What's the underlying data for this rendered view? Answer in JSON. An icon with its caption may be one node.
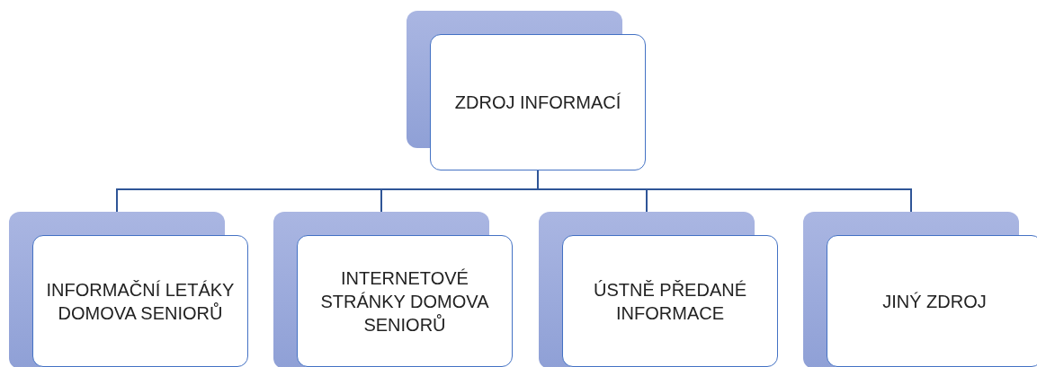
{
  "diagram": {
    "nodes": [
      {
        "text": [
          "ZDROJ INFORMACÍ"
        ]
      },
      {
        "text": [
          "INFORMAČNÍ LETÁKY DOMOVA SENIORŮ"
        ]
      },
      {
        "text": [
          "INTERNETOVÉ STRÁNKY DOMOVA SENIORŮ"
        ]
      },
      {
        "text": [
          "ÚSTNĚ PŘEDANÉ INFORMACE"
        ]
      },
      {
        "text": [
          "JINÝ ZDROJ"
        ]
      }
    ],
    "edges": [
      {
        "from": 0,
        "to": 1,
        "arrow": "none"
      },
      {
        "from": 0,
        "to": 2,
        "arrow": "none"
      },
      {
        "from": 0,
        "to": 3,
        "arrow": "none"
      },
      {
        "from": 0,
        "to": 4,
        "arrow": "none"
      }
    ]
  }
}
